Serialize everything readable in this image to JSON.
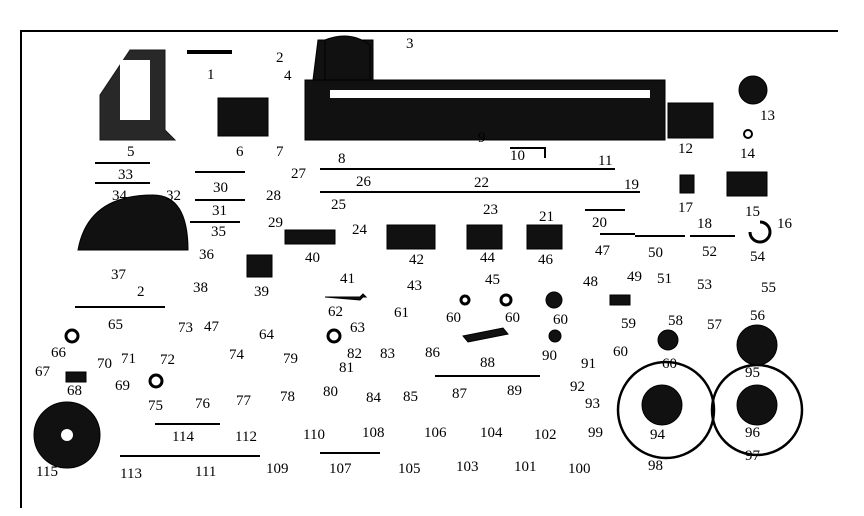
{
  "diagram": {
    "parts": [
      "1",
      "2",
      "3",
      "4",
      "5",
      "6",
      "7",
      "8",
      "9",
      "10",
      "11",
      "12",
      "13",
      "14",
      "15",
      "16",
      "17",
      "18",
      "19",
      "20",
      "21",
      "22",
      "23",
      "24",
      "25",
      "26",
      "27",
      "28",
      "29",
      "30",
      "31",
      "32",
      "33",
      "34",
      "35",
      "36",
      "37",
      "38",
      "39",
      "40",
      "41",
      "42",
      "43",
      "44",
      "45",
      "46",
      "47",
      "48",
      "49",
      "50",
      "51",
      "52",
      "53",
      "54",
      "55",
      "56",
      "57",
      "58",
      "59",
      "60",
      "61",
      "62",
      "63",
      "64",
      "65",
      "66",
      "67",
      "68",
      "69",
      "70",
      "71",
      "72",
      "73",
      "74",
      "75",
      "76",
      "77",
      "78",
      "79",
      "80",
      "81",
      "82",
      "83",
      "84",
      "85",
      "86",
      "87",
      "88",
      "89",
      "90",
      "91",
      "92",
      "93",
      "94",
      "95",
      "96",
      "97",
      "98",
      "99",
      "100",
      "101",
      "102",
      "103",
      "104",
      "105",
      "106",
      "107",
      "108",
      "109",
      "110",
      "111",
      "112",
      "113",
      "114",
      "115"
    ],
    "extra_labels": {
      "n2_b": "2",
      "n47_b": "47",
      "n60_b": "60",
      "n60_c": "60",
      "n60_d": "60",
      "n60_e": "60"
    }
  }
}
